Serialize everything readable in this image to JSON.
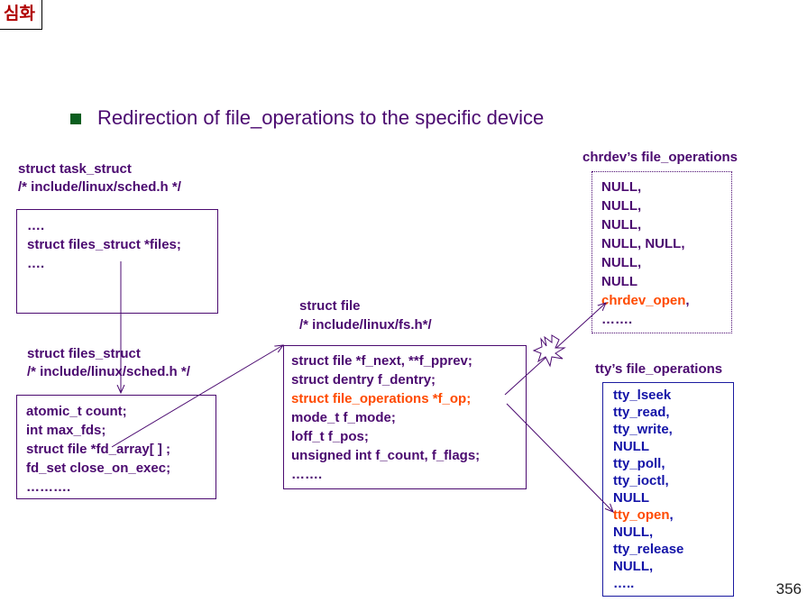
{
  "tag": "심화",
  "heading": "Redirection of file_operations to the specific device",
  "task": {
    "title": "struct task_struct",
    "path": "/* include/linux/sched.h */",
    "lines": [
      "….",
      "struct files_struct *files;",
      "…."
    ]
  },
  "files": {
    "title": "struct files_struct",
    "path": "/* include/linux/sched.h */",
    "lines": [
      "atomic_t count;",
      "int max_fds;",
      "struct file *fd_array[ ] ;",
      "fd_set  close_on_exec;",
      "………."
    ]
  },
  "file": {
    "title": "struct file",
    "path": "/* include/linux/fs.h*/",
    "lines": [
      "struct file *f_next, **f_pprev;",
      "struct dentry f_dentry;",
      "struct file_operations *f_op;",
      "mode_t  f_mode;",
      "loff_t  f_pos;",
      "unsigned int  f_count, f_flags;",
      "……."
    ]
  },
  "chrdev": {
    "title": "chrdev’s  file_operations",
    "lines": [
      "NULL,",
      "NULL,",
      "NULL,",
      "NULL, NULL,",
      "NULL,",
      "NULL"
    ],
    "open": "chrdev_open",
    "open_suffix": ",",
    "tail": "……."
  },
  "tty": {
    "title": "tty’s file_operations",
    "lines_a": [
      "tty_lseek",
      "tty_read,",
      "tty_write,",
      "NULL",
      "tty_poll,",
      "tty_ioctl,",
      "NULL"
    ],
    "open": "tty_open",
    "open_suffix": ",",
    "lines_b": [
      "NULL,",
      "tty_release",
      "NULL,",
      "….."
    ]
  },
  "page_number": "356"
}
